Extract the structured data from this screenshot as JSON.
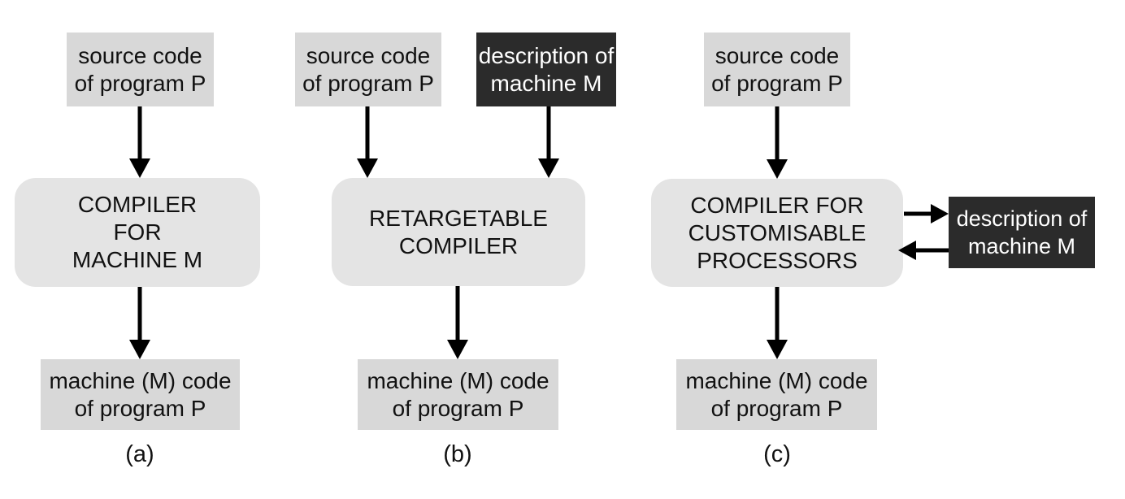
{
  "figure": {
    "description": "Three compiler flow diagrams",
    "colors": {
      "light_box": "#d8d8d8",
      "rounded_box": "#e4e4e4",
      "dark_box": "#2b2b2b",
      "arrow": "#000000",
      "text_dark": "#111111",
      "text_light": "#ffffff",
      "background": "#ffffff"
    }
  },
  "panels": [
    {
      "label": "(a)",
      "source_box": "source code\nof program P",
      "compiler_box": "COMPILER\nFOR\nMACHINE M",
      "output_box": "machine (M) code\nof program P"
    },
    {
      "label": "(b)",
      "source_box": "source code\nof program P",
      "description_box": "description of\nmachine M",
      "compiler_box": "RETARGETABLE\nCOMPILER",
      "output_box": "machine (M) code\nof program P"
    },
    {
      "label": "(c)",
      "source_box": "source code\nof program P",
      "compiler_box": "COMPILER FOR\nCUSTOMISABLE\nPROCESSORS",
      "description_box": "description of\nmachine M",
      "output_box": "machine (M) code\nof program P"
    }
  ]
}
